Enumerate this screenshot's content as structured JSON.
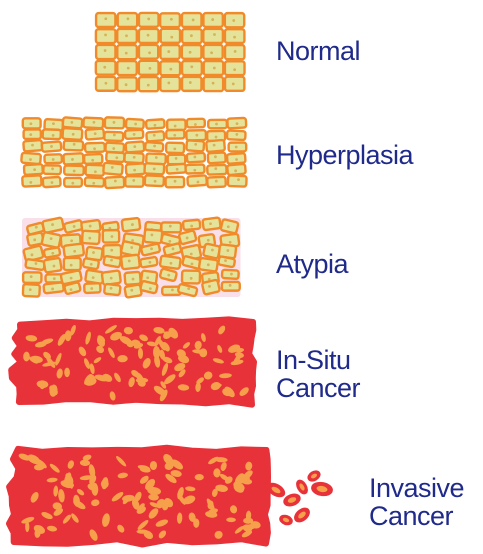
{
  "diagram": {
    "stages": [
      {
        "id": "normal",
        "label": "Normal"
      },
      {
        "id": "hyperplasia",
        "label": "Hyperplasia"
      },
      {
        "id": "atypia",
        "label": "Atypia"
      },
      {
        "id": "insitu",
        "label": "In-Situ\nCancer"
      },
      {
        "id": "invasive",
        "label": "Invasive\nCancer"
      }
    ]
  },
  "colors": {
    "label": "#1f2a8a",
    "benign_fill": "#f4e27a",
    "benign_inner": "#e5e39a",
    "benign_border": "#f08a2a",
    "nucleus_small": "#d6b25a",
    "cancer_fill": "#e8323a",
    "cancer_nucleus": "#f7a04b",
    "pink_gap": "#f3c4d8"
  }
}
